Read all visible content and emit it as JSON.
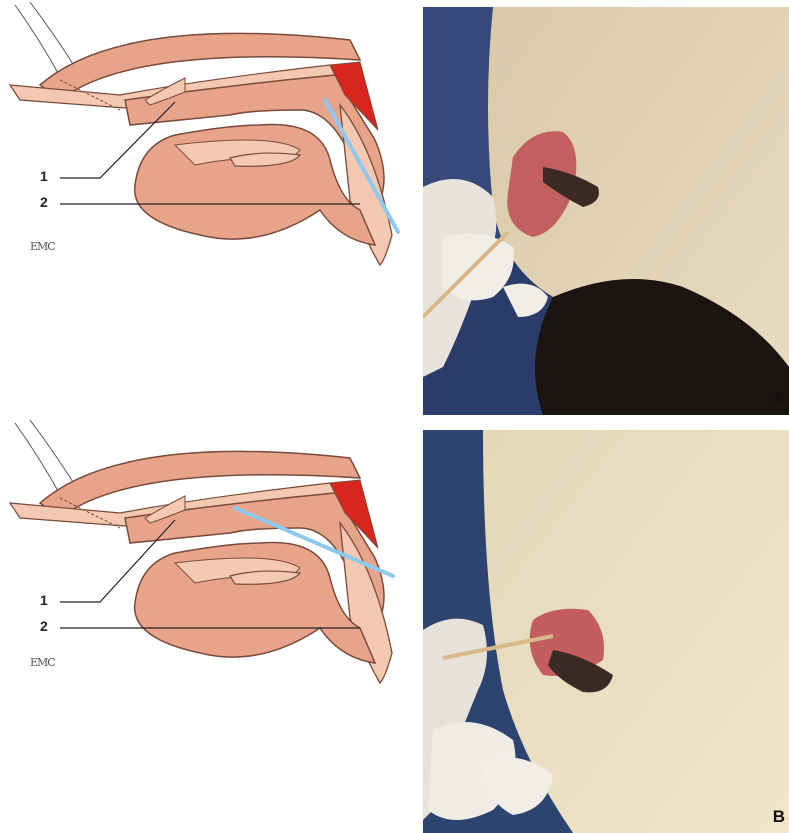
{
  "panels": [
    {
      "id": "A",
      "letter": "A",
      "callout_1": "1",
      "callout_2": "2",
      "logo": "EMC",
      "colors": {
        "tissue": "#e8a48b",
        "tissue_light": "#f3c9b1",
        "outline": "#7a4a3a",
        "swab": "#8ecaf0",
        "red": "#d8261f"
      }
    },
    {
      "id": "B",
      "letter": "B",
      "callout_1": "1",
      "callout_2": "2",
      "logo": "EMC",
      "colors": {
        "tissue": "#e8a48b",
        "tissue_light": "#f3c9b1",
        "outline": "#7a4a3a",
        "swab": "#8ecaf0",
        "red": "#d8261f"
      }
    }
  ]
}
